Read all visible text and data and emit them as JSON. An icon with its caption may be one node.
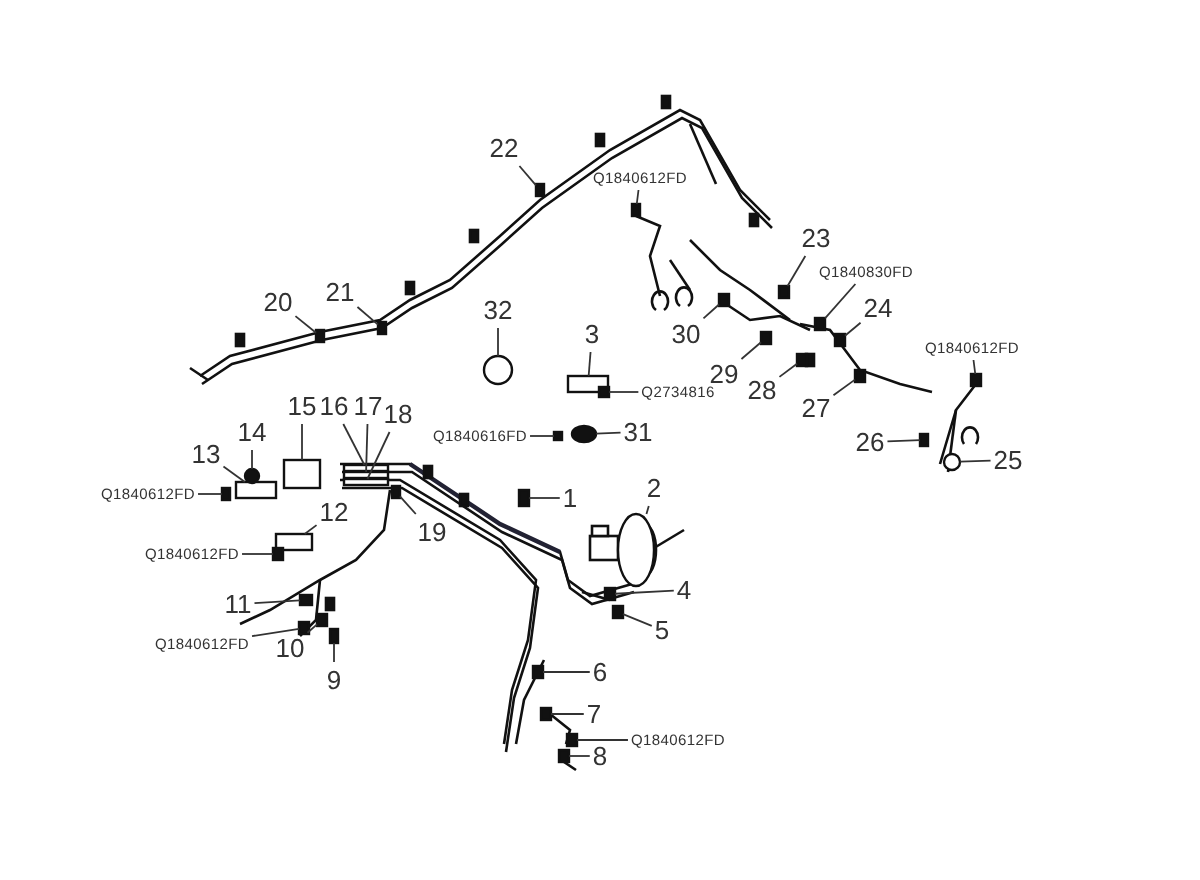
{
  "diagram": {
    "nodes": [
      {
        "text": [
          "1"
        ]
      },
      {
        "text": [
          "2"
        ]
      },
      {
        "text": [
          "3"
        ]
      },
      {
        "text": [
          "4"
        ]
      },
      {
        "text": [
          "5"
        ]
      },
      {
        "text": [
          "6"
        ]
      },
      {
        "text": [
          "7"
        ]
      },
      {
        "text": [
          "8"
        ]
      },
      {
        "text": [
          "9"
        ]
      },
      {
        "text": [
          "10"
        ]
      },
      {
        "text": [
          "11"
        ]
      },
      {
        "text": [
          "12"
        ]
      },
      {
        "text": [
          "13"
        ]
      },
      {
        "text": [
          "14"
        ]
      },
      {
        "text": [
          "15"
        ]
      },
      {
        "text": [
          "16"
        ]
      },
      {
        "text": [
          "17"
        ]
      },
      {
        "text": [
          "18"
        ]
      },
      {
        "text": [
          "19"
        ]
      },
      {
        "text": [
          "20"
        ]
      },
      {
        "text": [
          "21"
        ]
      },
      {
        "text": [
          "22"
        ]
      },
      {
        "text": [
          "23"
        ]
      },
      {
        "text": [
          "24"
        ]
      },
      {
        "text": [
          "25"
        ]
      },
      {
        "text": [
          "26"
        ]
      },
      {
        "text": [
          "27"
        ]
      },
      {
        "text": [
          "28"
        ]
      },
      {
        "text": [
          "29"
        ]
      },
      {
        "text": [
          "30"
        ]
      },
      {
        "text": [
          "31"
        ]
      },
      {
        "text": [
          "32"
        ]
      },
      {
        "text": [
          "Q1840612FD"
        ]
      },
      {
        "text": [
          "Q1840830FD"
        ]
      },
      {
        "text": [
          "Q1840612FD"
        ]
      },
      {
        "text": [
          "Q2734816"
        ]
      },
      {
        "text": [
          "Q1840616FD"
        ]
      },
      {
        "text": [
          "Q1840612FD"
        ]
      },
      {
        "text": [
          "Q1840612FD"
        ]
      },
      {
        "text": [
          "Q1840612FD"
        ]
      },
      {
        "text": [
          "Q1840612FD"
        ]
      },
      {
        "text": [],
        "shape": "box"
      },
      {
        "text": [],
        "shape": "circle"
      },
      {
        "text": [],
        "shape": "box"
      },
      {
        "text": [],
        "shape": "box"
      },
      {
        "text": [],
        "shape": "box"
      },
      {
        "text": [],
        "shape": "box"
      },
      {
        "text": [],
        "shape": "box"
      },
      {
        "text": [],
        "shape": "box"
      },
      {
        "text": [],
        "shape": "box"
      },
      {
        "text": [],
        "shape": "box"
      },
      {
        "text": [],
        "shape": "box"
      },
      {
        "text": [],
        "shape": "box"
      },
      {
        "text": [],
        "shape": "box"
      },
      {
        "text": [],
        "shape": "circle"
      },
      {
        "text": [],
        "shape": "box"
      },
      {
        "text": [],
        "shape": "box"
      },
      {
        "text": [],
        "shape": "box"
      },
      {
        "text": [],
        "shape": "box"
      },
      {
        "text": [],
        "shape": "box"
      },
      {
        "text": [],
        "shape": "box"
      },
      {
        "text": [],
        "shape": "box"
      },
      {
        "text": [],
        "shape": "box"
      },
      {
        "text": [],
        "shape": "box"
      },
      {
        "text": [],
        "shape": "box"
      },
      {
        "text": [],
        "shape": "circle"
      },
      {
        "text": [],
        "shape": "box"
      },
      {
        "text": [],
        "shape": "box"
      },
      {
        "text": [],
        "shape": "box"
      },
      {
        "text": [],
        "shape": "box"
      },
      {
        "text": [],
        "shape": "box"
      },
      {
        "text": [],
        "shape": "circle"
      },
      {
        "text": [],
        "shape": "circle"
      },
      {
        "text": [],
        "shape": "box"
      },
      {
        "text": [],
        "shape": "box"
      },
      {
        "text": [],
        "shape": "box"
      },
      {
        "text": [],
        "shape": "box"
      },
      {
        "text": [],
        "shape": "box"
      },
      {
        "text": [],
        "shape": "box"
      },
      {
        "text": [],
        "shape": "box"
      },
      {
        "text": [],
        "shape": "box"
      },
      {
        "text": [],
        "shape": "box"
      }
    ],
    "edges": [
      {
        "from": 0,
        "to": 41,
        "arrow": "none"
      },
      {
        "from": 1,
        "to": 42,
        "arrow": "none"
      },
      {
        "from": 2,
        "to": 43,
        "arrow": "none"
      },
      {
        "from": 3,
        "to": 44,
        "arrow": "none"
      },
      {
        "from": 4,
        "to": 45,
        "arrow": "none"
      },
      {
        "from": 5,
        "to": 46,
        "arrow": "none"
      },
      {
        "from": 6,
        "to": 47,
        "arrow": "none"
      },
      {
        "from": 7,
        "to": 48,
        "arrow": "none"
      },
      {
        "from": 8,
        "to": 49,
        "arrow": "none"
      },
      {
        "from": 9,
        "to": 50,
        "arrow": "none"
      },
      {
        "from": 10,
        "to": 51,
        "arrow": "none"
      },
      {
        "from": 11,
        "to": 52,
        "arrow": "none"
      },
      {
        "from": 12,
        "to": 53,
        "arrow": "none"
      },
      {
        "from": 13,
        "to": 54,
        "arrow": "none"
      },
      {
        "from": 14,
        "to": 55,
        "arrow": "none"
      },
      {
        "from": 15,
        "to": 56,
        "arrow": "none"
      },
      {
        "from": 16,
        "to": 57,
        "arrow": "none"
      },
      {
        "from": 17,
        "to": 58,
        "arrow": "none"
      },
      {
        "from": 18,
        "to": 59,
        "arrow": "none"
      },
      {
        "from": 19,
        "to": 60,
        "arrow": "none"
      },
      {
        "from": 20,
        "to": 61,
        "arrow": "none"
      },
      {
        "from": 21,
        "to": 62,
        "arrow": "none"
      },
      {
        "from": 22,
        "to": 63,
        "arrow": "none"
      },
      {
        "from": 23,
        "to": 64,
        "arrow": "none"
      },
      {
        "from": 24,
        "to": 65,
        "arrow": "none"
      },
      {
        "from": 25,
        "to": 66,
        "arrow": "none"
      },
      {
        "from": 26,
        "to": 67,
        "arrow": "none"
      },
      {
        "from": 27,
        "to": 68,
        "arrow": "none"
      },
      {
        "from": 28,
        "to": 69,
        "arrow": "none"
      },
      {
        "from": 29,
        "to": 70,
        "arrow": "none"
      },
      {
        "from": 30,
        "to": 71,
        "arrow": "none"
      },
      {
        "from": 31,
        "to": 72,
        "arrow": "none"
      },
      {
        "from": 32,
        "to": 73,
        "arrow": "none"
      },
      {
        "from": 33,
        "to": 74,
        "arrow": "none"
      },
      {
        "from": 34,
        "to": 75,
        "arrow": "none"
      },
      {
        "from": 35,
        "to": 76,
        "arrow": "none"
      },
      {
        "from": 36,
        "to": 77,
        "arrow": "none"
      },
      {
        "from": 37,
        "to": 78,
        "arrow": "none"
      },
      {
        "from": 38,
        "to": 79,
        "arrow": "none"
      },
      {
        "from": 39,
        "to": 80,
        "arrow": "none"
      },
      {
        "from": 40,
        "to": 81,
        "arrow": "none"
      }
    ]
  }
}
